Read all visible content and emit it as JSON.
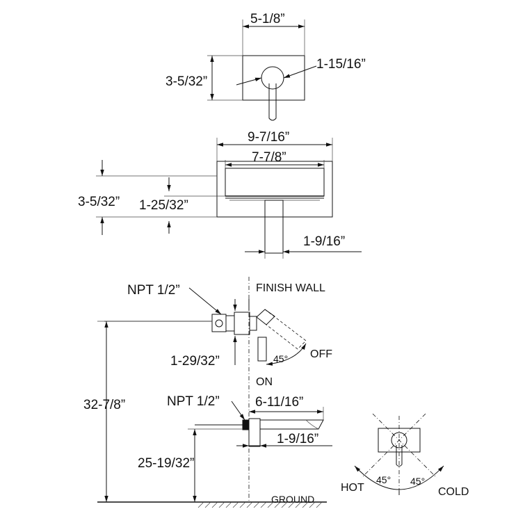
{
  "top_view": {
    "width": "5-1/8”",
    "height": "3-5/32”",
    "handle_dia": "1-15/16”"
  },
  "front_view": {
    "overall_width": "9-7/16”",
    "inner_width": "7-7/8”",
    "overall_height": "3-5/32”",
    "slot_height": "1-25/32”",
    "stem_width": "1-9/16”"
  },
  "side_view": {
    "npt_valve": "NPT 1/2”",
    "finish_wall": "FINISH WALL",
    "valve_depth": "1-29/32”",
    "angle": "45°",
    "off": "OFF",
    "on": "ON",
    "total_height": "32-7/8”",
    "npt_spout": "NPT 1/2”",
    "spout_length": "6-11/16”",
    "spout_height_dim": "1-9/16”",
    "spout_outlet_height": "25-19/32”",
    "ground": "GROUND"
  },
  "rotation_detail": {
    "hot": "HOT",
    "cold": "COLD",
    "left_angle": "45°",
    "right_angle": "45°"
  }
}
